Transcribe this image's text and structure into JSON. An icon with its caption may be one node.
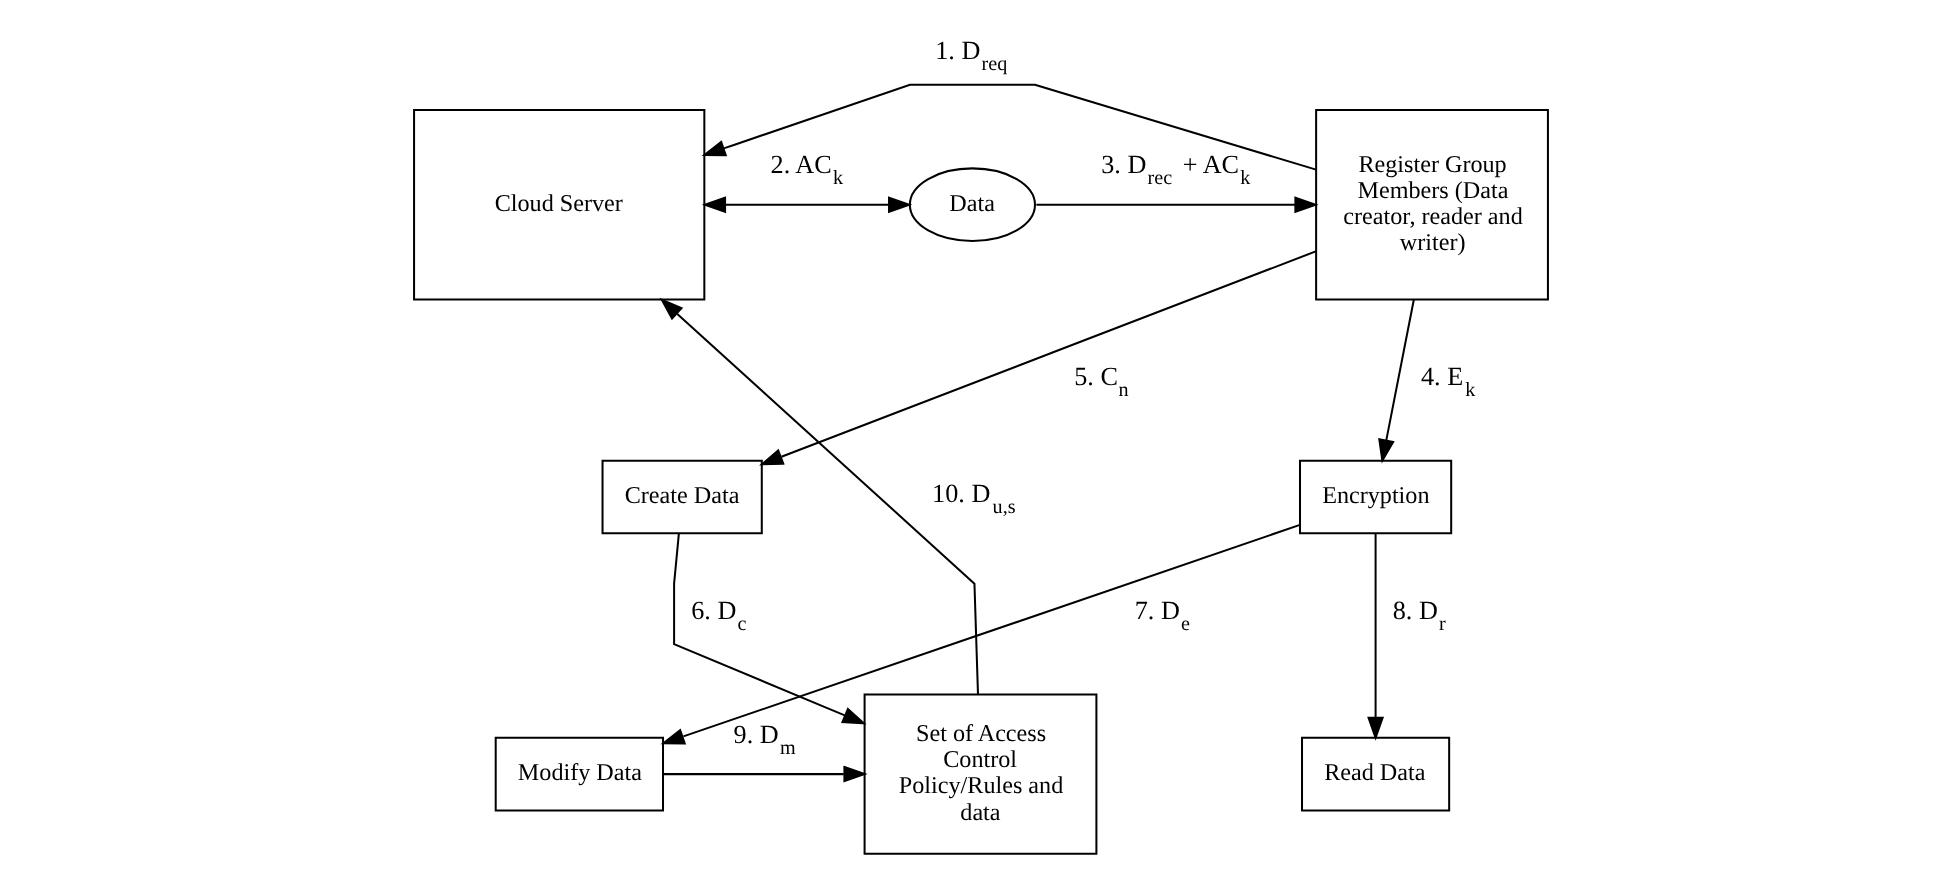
{
  "diagram": {
    "nodes": [
      {
        "text": [
          "Cloud Server"
        ]
      },
      {
        "text": [
          "Data"
        ]
      },
      {
        "text": [
          "Register Group Members (Data creator, reader and writer)"
        ]
      },
      {
        "text": [
          "Encryption"
        ]
      },
      {
        "text": [
          "Create Data"
        ]
      },
      {
        "text": [
          "Set of Access Control Policy/Rules and data"
        ]
      },
      {
        "text": [
          "Modify Data"
        ]
      },
      {
        "text": [
          "Read Data"
        ]
      }
    ],
    "edges": [
      {
        "from": 2,
        "to": 0,
        "arrow": "to",
        "label": "1. D$_{req}$"
      },
      {
        "from": 0,
        "to": 1,
        "arrow": "both",
        "label": "2. AC$_{k}$"
      },
      {
        "from": 1,
        "to": 2,
        "arrow": "to",
        "label": "3. D$_{rec}$ + AC$_{k}$"
      },
      {
        "from": 2,
        "to": 3,
        "arrow": "to",
        "label": "4. E$_{k}$"
      },
      {
        "from": 2,
        "to": 4,
        "arrow": "to",
        "label": "5. C$_{n}$"
      },
      {
        "from": 4,
        "to": 5,
        "arrow": "to",
        "label": "6. D$_{c}$"
      },
      {
        "from": 3,
        "to": 6,
        "arrow": "to",
        "label": "7. D$_{e}$"
      },
      {
        "from": 3,
        "to": 7,
        "arrow": "to",
        "label": "8. D$_{r}$"
      },
      {
        "from": 6,
        "to": 5,
        "arrow": "to",
        "label": "9. D$_{m}$"
      },
      {
        "from": 5,
        "to": 0,
        "arrow": "to",
        "label": "10. D$_{u,s}$"
      }
    ]
  }
}
